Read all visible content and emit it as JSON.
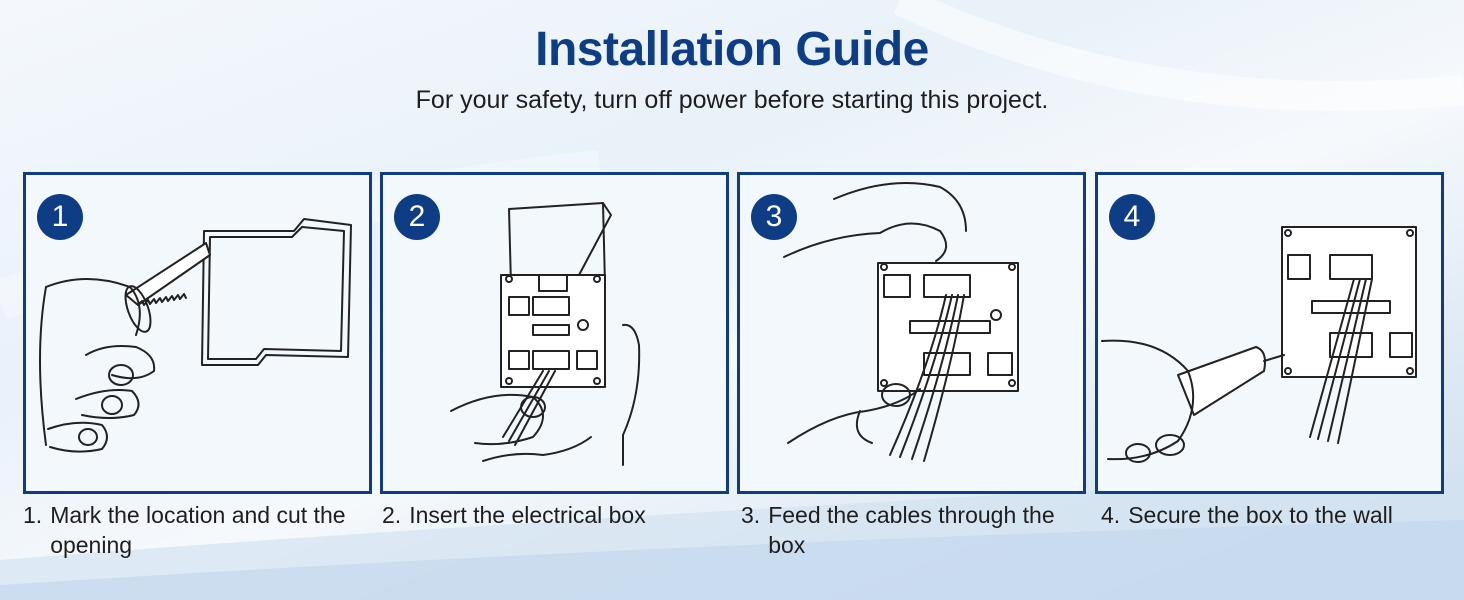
{
  "header": {
    "title": "Installation Guide",
    "subtitle": "For your safety, turn off power before starting this project."
  },
  "steps": [
    {
      "badge": "1",
      "number": "1.",
      "text": "Mark the location and cut the opening"
    },
    {
      "badge": "2",
      "number": "2.",
      "text": "Insert the electrical box"
    },
    {
      "badge": "3",
      "number": "3.",
      "text": "Feed the cables through the box"
    },
    {
      "badge": "4",
      "number": "4.",
      "text": "Secure the box to the wall"
    }
  ],
  "colors": {
    "accent": "#0f3d85",
    "panel_bg": "#f3f8fd",
    "text": "#1e1e1e"
  },
  "icons": [
    "hand-saw-illustration",
    "electrical-box-insert-illustration",
    "cable-feed-illustration",
    "screwdriver-secure-illustration"
  ]
}
